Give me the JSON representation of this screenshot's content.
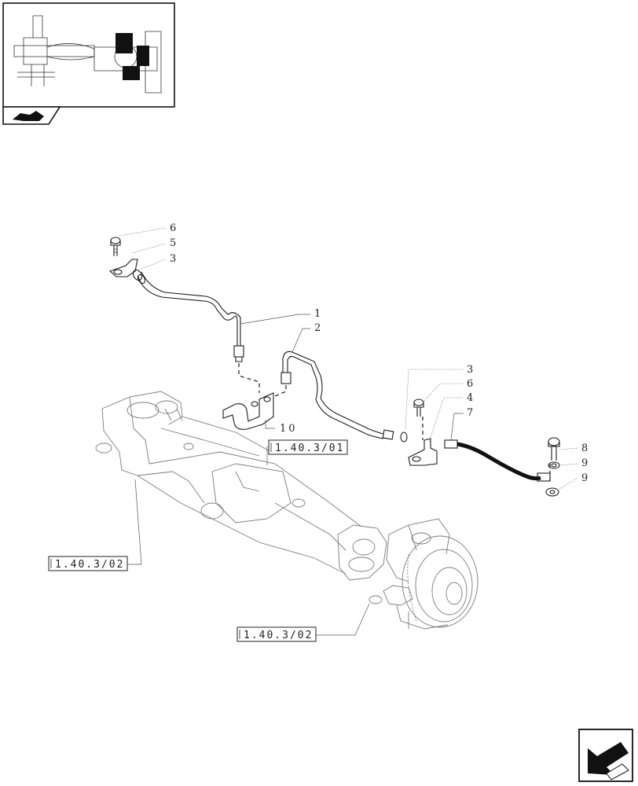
{
  "callouts": {
    "c6a": "6",
    "c5": "5",
    "c3a": "3",
    "c1": "1",
    "c2": "2",
    "c10": "10",
    "c3b": "3",
    "c6b": "6",
    "c4": "4",
    "c7": "7",
    "c8": "8",
    "c9a": "9",
    "c9b": "9"
  },
  "references": {
    "ref_a": "1.40.3/01",
    "ref_b": "1.40.3/02",
    "ref_c": "1.40.3/02"
  },
  "icons": {
    "thumbnail": "axle-overview-thumbnail",
    "section": "tractor-axle-section-icon",
    "nav": "previous-page-arrow-icon"
  }
}
